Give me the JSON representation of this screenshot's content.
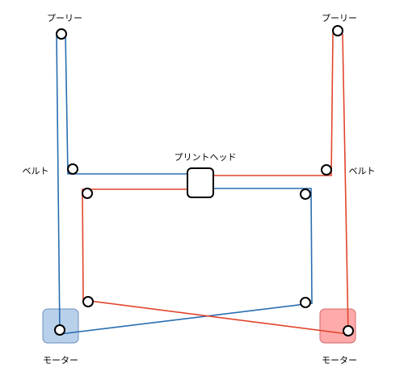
{
  "labels": {
    "pulley_left": "プーリー",
    "pulley_right": "プーリー",
    "belt_left": "ベルト",
    "belt_right": "ベルト",
    "print_head": "プリントヘッド",
    "motor_left": "モーター",
    "motor_right": "モーター"
  },
  "colors": {
    "blue_belt": "#2a6db0",
    "red_belt": "#e0452c",
    "motor_left_fill": "#b8d0ea",
    "motor_left_stroke": "#6c8ebf",
    "motor_right_fill": "#ffaaaa",
    "motor_right_stroke": "#d36868",
    "outline": "#000000"
  }
}
